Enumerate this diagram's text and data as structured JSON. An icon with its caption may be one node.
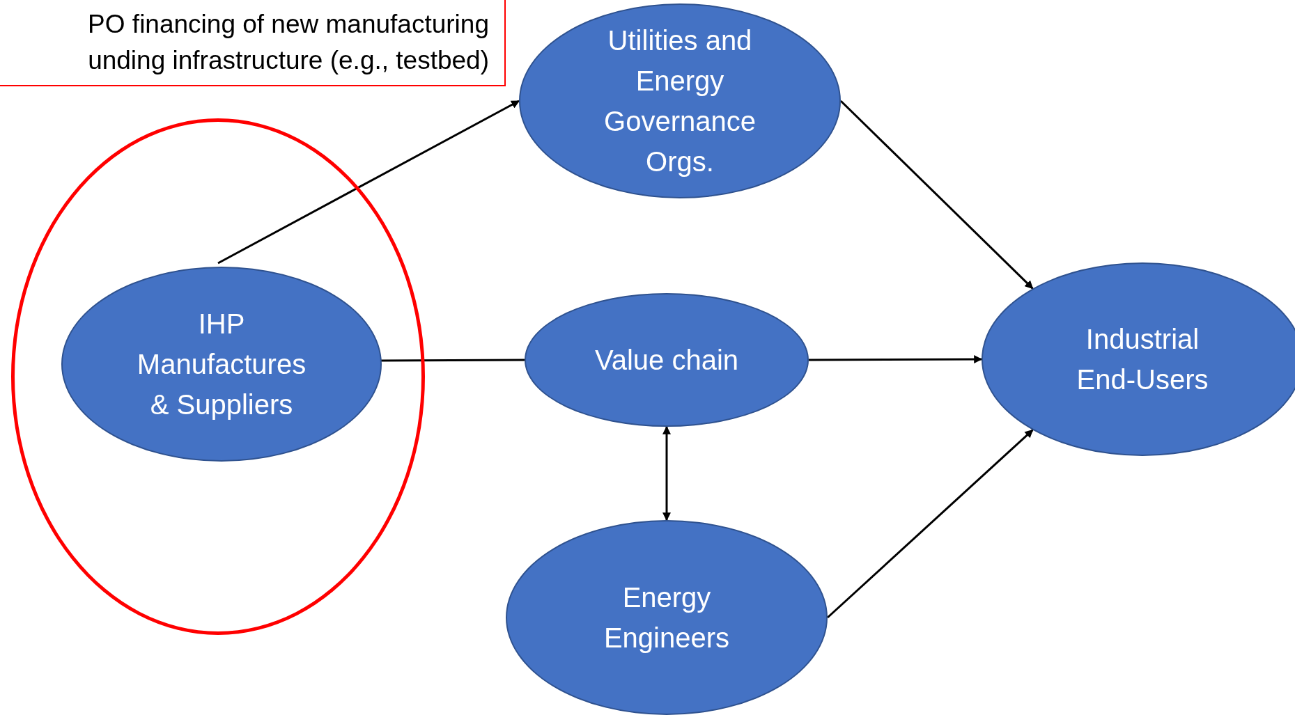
{
  "diagram": {
    "nodes": [
      {
        "text": [
          "PO financing of new manufacturing unding infrastructure (e.g., testbed)"
        ]
      },
      {
        "text": [],
        "shape": "circle"
      },
      {
        "text": [
          "IHP Manufactures & Suppliers"
        ],
        "in": 1
      },
      {
        "text": [
          "Utilities and Energy Governance Orgs."
        ]
      },
      {
        "text": [
          "Value chain"
        ]
      },
      {
        "text": [
          "Industrial End-Users"
        ]
      },
      {
        "text": [
          "Energy Engineers"
        ]
      }
    ],
    "edges": [
      {
        "from": 2,
        "to": 3,
        "arrow": "to"
      },
      {
        "from": 3,
        "to": 5,
        "arrow": "to"
      },
      {
        "from": 2,
        "to": 4,
        "arrow": "none"
      },
      {
        "from": 4,
        "to": 5,
        "arrow": "to"
      },
      {
        "from": 4,
        "to": 6,
        "arrow": "both"
      },
      {
        "from": 6,
        "to": 5,
        "arrow": "to"
      }
    ]
  }
}
